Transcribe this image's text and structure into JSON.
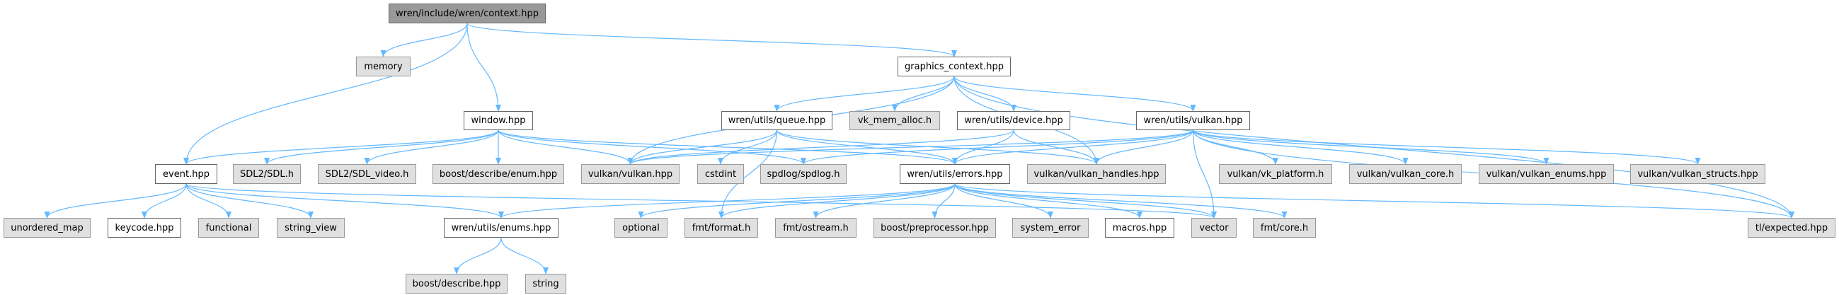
{
  "diagram": {
    "title": "wren/include/wren/context.hpp",
    "type": "include-dependency-graph",
    "edge_color": "#63b8ff",
    "colors": {
      "root_fill": "#999999",
      "documented_fill": "#ffffff",
      "external_fill": "#e0e0e0"
    },
    "nodes": [
      {
        "id": "context",
        "label": "wren/include/wren/context.hpp",
        "kind": "root"
      },
      {
        "id": "memory",
        "label": "memory",
        "kind": "ext"
      },
      {
        "id": "graphics_context",
        "label": "graphics_context.hpp",
        "kind": "doc"
      },
      {
        "id": "window",
        "label": "window.hpp",
        "kind": "doc"
      },
      {
        "id": "queue",
        "label": "wren/utils/queue.hpp",
        "kind": "doc"
      },
      {
        "id": "vk_mem_alloc",
        "label": "vk_mem_alloc.h",
        "kind": "ext"
      },
      {
        "id": "device",
        "label": "wren/utils/device.hpp",
        "kind": "doc"
      },
      {
        "id": "utils_vulkan",
        "label": "wren/utils/vulkan.hpp",
        "kind": "doc"
      },
      {
        "id": "event",
        "label": "event.hpp",
        "kind": "doc"
      },
      {
        "id": "sdl",
        "label": "SDL2/SDL.h",
        "kind": "ext"
      },
      {
        "id": "sdl_video",
        "label": "SDL2/SDL_video.h",
        "kind": "ext"
      },
      {
        "id": "describe_enum",
        "label": "boost/describe/enum.hpp",
        "kind": "ext"
      },
      {
        "id": "vulkan_hpp",
        "label": "vulkan/vulkan.hpp",
        "kind": "ext"
      },
      {
        "id": "cstdint",
        "label": "cstdint",
        "kind": "ext"
      },
      {
        "id": "spdlog",
        "label": "spdlog/spdlog.h",
        "kind": "ext"
      },
      {
        "id": "errors",
        "label": "wren/utils/errors.hpp",
        "kind": "doc"
      },
      {
        "id": "vulkan_handles",
        "label": "vulkan/vulkan_handles.hpp",
        "kind": "ext"
      },
      {
        "id": "vk_platform",
        "label": "vulkan/vk_platform.h",
        "kind": "ext"
      },
      {
        "id": "vulkan_core",
        "label": "vulkan/vulkan_core.h",
        "kind": "ext"
      },
      {
        "id": "vulkan_enums",
        "label": "vulkan/vulkan_enums.hpp",
        "kind": "ext"
      },
      {
        "id": "vulkan_structs",
        "label": "vulkan/vulkan_structs.hpp",
        "kind": "ext"
      },
      {
        "id": "unordered_map",
        "label": "unordered_map",
        "kind": "ext"
      },
      {
        "id": "keycode",
        "label": "keycode.hpp",
        "kind": "doc"
      },
      {
        "id": "functional",
        "label": "functional",
        "kind": "ext"
      },
      {
        "id": "string_view",
        "label": "string_view",
        "kind": "ext"
      },
      {
        "id": "enums",
        "label": "wren/utils/enums.hpp",
        "kind": "doc"
      },
      {
        "id": "optional",
        "label": "optional",
        "kind": "ext"
      },
      {
        "id": "fmt_format",
        "label": "fmt/format.h",
        "kind": "ext"
      },
      {
        "id": "fmt_ostream",
        "label": "fmt/ostream.h",
        "kind": "ext"
      },
      {
        "id": "preprocessor",
        "label": "boost/preprocessor.hpp",
        "kind": "ext"
      },
      {
        "id": "system_error",
        "label": "system_error",
        "kind": "ext"
      },
      {
        "id": "macros",
        "label": "macros.hpp",
        "kind": "doc"
      },
      {
        "id": "vector",
        "label": "vector",
        "kind": "ext"
      },
      {
        "id": "fmt_core",
        "label": "fmt/core.h",
        "kind": "ext"
      },
      {
        "id": "tl_expected",
        "label": "tl/expected.hpp",
        "kind": "ext"
      },
      {
        "id": "boost_describe",
        "label": "boost/describe.hpp",
        "kind": "ext"
      },
      {
        "id": "string",
        "label": "string",
        "kind": "ext"
      }
    ],
    "edges": [
      [
        "context",
        "memory"
      ],
      [
        "context",
        "graphics_context"
      ],
      [
        "context",
        "window"
      ],
      [
        "context",
        "event"
      ],
      [
        "graphics_context",
        "queue"
      ],
      [
        "graphics_context",
        "vk_mem_alloc"
      ],
      [
        "graphics_context",
        "device"
      ],
      [
        "graphics_context",
        "utils_vulkan"
      ],
      [
        "graphics_context",
        "vulkan_hpp"
      ],
      [
        "graphics_context",
        "vulkan_handles"
      ],
      [
        "graphics_context",
        "tl_expected"
      ],
      [
        "window",
        "event"
      ],
      [
        "window",
        "sdl"
      ],
      [
        "window",
        "sdl_video"
      ],
      [
        "window",
        "describe_enum"
      ],
      [
        "window",
        "vulkan_hpp"
      ],
      [
        "window",
        "spdlog"
      ],
      [
        "window",
        "errors"
      ],
      [
        "queue",
        "vulkan_hpp"
      ],
      [
        "queue",
        "cstdint"
      ],
      [
        "queue",
        "errors"
      ],
      [
        "queue",
        "vulkan_handles"
      ],
      [
        "queue",
        "fmt_format"
      ],
      [
        "device",
        "vulkan_hpp"
      ],
      [
        "device",
        "errors"
      ],
      [
        "device",
        "vulkan_handles"
      ],
      [
        "utils_vulkan",
        "vulkan_hpp"
      ],
      [
        "utils_vulkan",
        "spdlog"
      ],
      [
        "utils_vulkan",
        "errors"
      ],
      [
        "utils_vulkan",
        "vulkan_handles"
      ],
      [
        "utils_vulkan",
        "vk_platform"
      ],
      [
        "utils_vulkan",
        "vulkan_core"
      ],
      [
        "utils_vulkan",
        "vulkan_enums"
      ],
      [
        "utils_vulkan",
        "vulkan_structs"
      ],
      [
        "utils_vulkan",
        "vector"
      ],
      [
        "utils_vulkan",
        "tl_expected"
      ],
      [
        "event",
        "unordered_map"
      ],
      [
        "event",
        "keycode"
      ],
      [
        "event",
        "functional"
      ],
      [
        "event",
        "string_view"
      ],
      [
        "event",
        "enums"
      ],
      [
        "event",
        "vector"
      ],
      [
        "errors",
        "enums"
      ],
      [
        "errors",
        "optional"
      ],
      [
        "errors",
        "fmt_format"
      ],
      [
        "errors",
        "fmt_ostream"
      ],
      [
        "errors",
        "preprocessor"
      ],
      [
        "errors",
        "system_error"
      ],
      [
        "errors",
        "macros"
      ],
      [
        "errors",
        "vector"
      ],
      [
        "errors",
        "fmt_core"
      ],
      [
        "errors",
        "tl_expected"
      ],
      [
        "enums",
        "boost_describe"
      ],
      [
        "enums",
        "string"
      ]
    ]
  }
}
